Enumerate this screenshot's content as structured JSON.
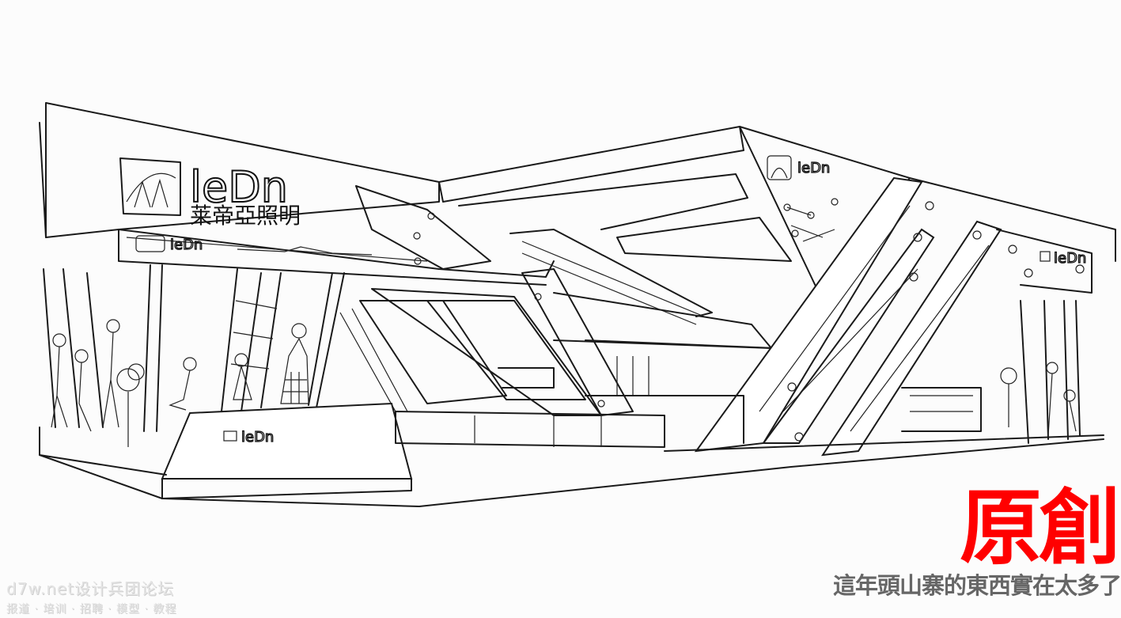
{
  "drawing": {
    "logo_lettering": "leDn",
    "logo_chinese": "莱帝亞照明",
    "small_logo_lettering": "leDn"
  },
  "watermark": {
    "line1": "d7w.net设计兵团论坛",
    "line2": "报道 · 培训 · 招聘 · 模型 · 教程"
  },
  "badge": {
    "title": "原創",
    "subtitle": "這年頭山寨的東西實在太多了",
    "title_color": "#ff0000",
    "subtitle_color": "#666666"
  }
}
